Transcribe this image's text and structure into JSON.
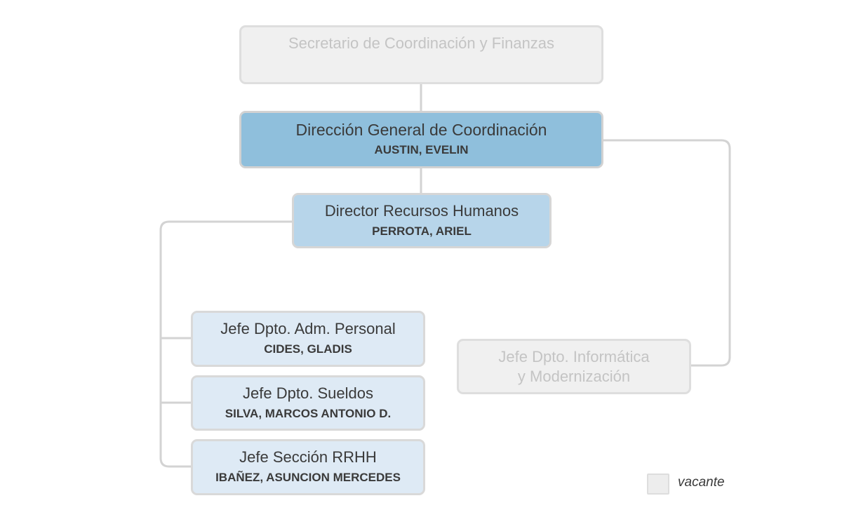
{
  "nodes": {
    "secretario": {
      "title": "Secretario de Coordinación y Finanzas"
    },
    "direccion": {
      "title": "Dirección General de Coordinación",
      "name": "AUSTIN, EVELIN"
    },
    "rrhh": {
      "title": "Director Recursos Humanos",
      "name": "PERROTA, ARIEL"
    },
    "adm_personal": {
      "title": "Jefe Dpto. Adm. Personal",
      "name": "CIDES, GLADIS"
    },
    "sueldos": {
      "title": "Jefe Dpto. Sueldos",
      "name": "SILVA, MARCOS ANTONIO D."
    },
    "seccion_rrhh": {
      "title": "Jefe Sección RRHH",
      "name": "IBAÑEZ, ASUNCION MERCEDES"
    },
    "informatica": {
      "title_line1": "Jefe Dpto. Informática",
      "title_line2": "y Modernización"
    }
  },
  "legend": {
    "label": "vacante"
  },
  "colors": {
    "vacant_fill": "#f0f0f0",
    "level1_fill": "#8fbfdc",
    "level2_fill": "#b7d5ea",
    "level3_fill": "#deeaf5",
    "connector": "#d3d3d3"
  }
}
